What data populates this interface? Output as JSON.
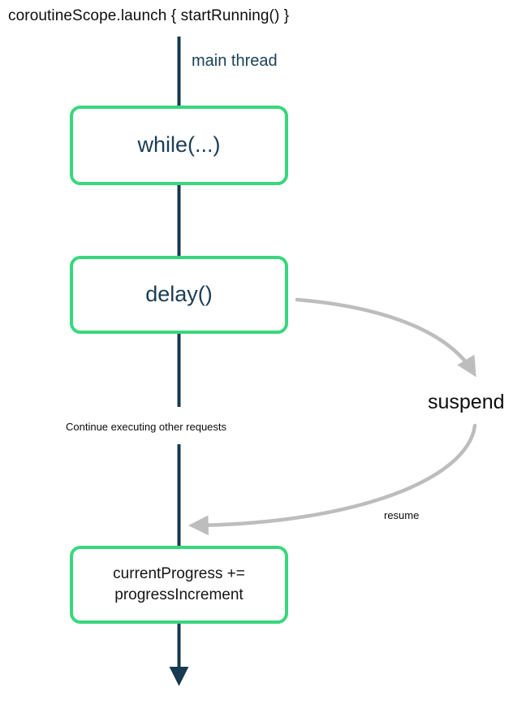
{
  "diagram": {
    "title": "coroutineScope.launch { startRunning() }",
    "thread_label": "main thread",
    "nodes": [
      {
        "id": "while",
        "label": "while(...)"
      },
      {
        "id": "delay",
        "label": "delay()"
      },
      {
        "id": "progress",
        "label_line1": "currentProgress +=",
        "label_line2": "progressIncrement"
      }
    ],
    "annotations": {
      "continue": "Continue executing other requests",
      "suspend": "suspend",
      "resume": "resume"
    },
    "colors": {
      "node_border": "#39d77d",
      "thread_line": "#163a50",
      "node_text_navy": "#1b3d55",
      "node_text_dark": "#151515",
      "curve_arrow": "#bdbdbd",
      "background": "#ffffff"
    }
  }
}
